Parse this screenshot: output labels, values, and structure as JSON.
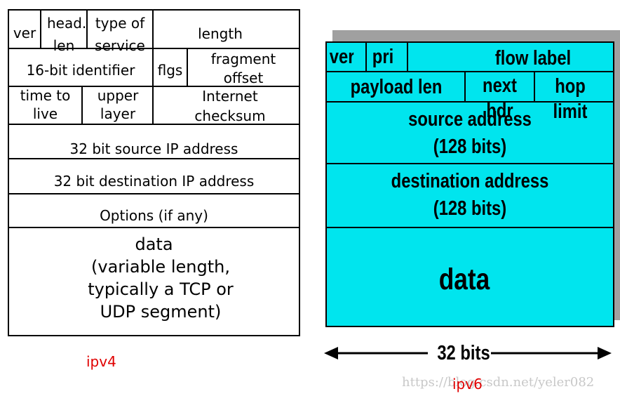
{
  "ipv4": {
    "caption": "ipv4",
    "ver": "ver",
    "head_len": "head. len",
    "type_of_service": "type of service",
    "length": "length",
    "identifier": "16-bit identifier",
    "flgs": "flgs",
    "fragment_offset": "fragment offset",
    "time_to_live": "time to live",
    "upper_layer": "upper layer",
    "checksum": "Internet checksum",
    "source_address": "32 bit source IP address",
    "destination_address": "32 bit destination IP address",
    "options": "Options (if any)",
    "data": "data",
    "data_note": "(variable length, typically a TCP or UDP segment)"
  },
  "ipv6": {
    "caption": "ipv6",
    "ver": "ver",
    "pri": "pri",
    "flow_label": "flow label",
    "payload_len": "payload len",
    "next_hdr": "next hdr",
    "hop_limit": "hop limit",
    "source_address": "source address",
    "source_bits": "(128 bits)",
    "destination_address": "destination address",
    "destination_bits": "(128 bits)",
    "data": "data",
    "width_label": "32 bits"
  },
  "watermark": "https://blog.csdn.net/yeler082"
}
